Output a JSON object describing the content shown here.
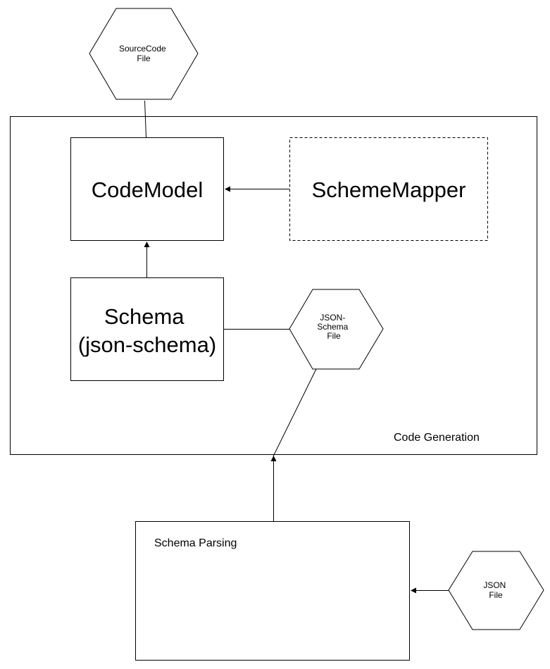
{
  "nodes": {
    "source_code_file": {
      "lines": [
        "SourceCode",
        "File"
      ]
    },
    "code_model": {
      "lines": [
        "CodeModel"
      ]
    },
    "scheme_mapper": {
      "lines": [
        "SchemeMapper"
      ]
    },
    "schema": {
      "lines": [
        "Schema",
        "(json-schema)"
      ]
    },
    "json_schema_file": {
      "lines": [
        "JSON-",
        "Schema",
        "File"
      ]
    },
    "json_file": {
      "lines": [
        "JSON",
        "File"
      ]
    }
  },
  "containers": {
    "code_generation": {
      "label": "Code Generation"
    },
    "schema_parsing": {
      "label": "Schema Parsing"
    }
  },
  "colors": {
    "stroke": "#000000",
    "fill": "#ffffff",
    "text": "#000000"
  },
  "edges": [
    {
      "from": "source_code_file",
      "to": "code_model",
      "arrow": false
    },
    {
      "from": "scheme_mapper",
      "to": "code_model",
      "arrow": true
    },
    {
      "from": "schema",
      "to": "code_model",
      "arrow": true
    },
    {
      "from": "schema",
      "to": "json_schema_file",
      "arrow": false
    },
    {
      "from": "json_schema_file",
      "to": "code_generation",
      "arrow": true
    },
    {
      "from": "schema_parsing",
      "to": "code_generation",
      "arrow": true
    },
    {
      "from": "json_file",
      "to": "schema_parsing",
      "arrow": true
    }
  ]
}
